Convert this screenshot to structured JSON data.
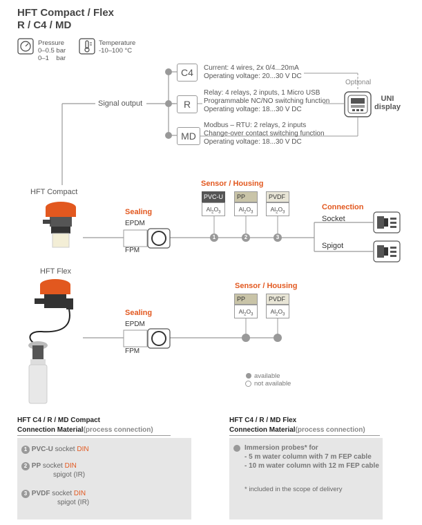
{
  "title": {
    "line1": "HFT Compact / Flex",
    "line2": "R / C4 / MD"
  },
  "specs": {
    "pressure_label": "Pressure",
    "pressure_value1": "0–0.5 bar",
    "pressure_value2": "0–1    bar",
    "temperature_label": "Temperature",
    "temperature_value": "-10–100 °C",
    "pressure_icon": "pressure-gauge-icon",
    "temperature_icon": "thermometer-icon"
  },
  "signal_output_label": "Signal output",
  "outputs": [
    {
      "code": "C4",
      "line1_bold": "Current:",
      "line1": " 4 wires, 2x 0/4...20mA",
      "line2": "Operating voltage: 20...30 V DC",
      "line3": ""
    },
    {
      "code": "R",
      "line1_bold": "Relay:",
      "line1": " 4 relays, 2 inputs, 1 Micro USB",
      "line2": "Programmable NC/NO switching function",
      "line3": "Operating voltage: 18...30 V DC"
    },
    {
      "code": "MD",
      "line1_bold": "Modbus – RTU:",
      "line1": " 2 relays, 2 inputs",
      "line2": "Change-over contact switching function",
      "line3": "Operating voltage: 18...30 V DC"
    }
  ],
  "uni_display": {
    "optional": "Optional",
    "line1": "UNI",
    "line2": "display",
    "icon": "display-unit-icon"
  },
  "compact": {
    "label": "HFT Compact",
    "sensor_housing": "Sensor / Housing",
    "sealing": "Sealing",
    "epdm": "EPDM",
    "fpm": "FPM",
    "materials": [
      {
        "top": "PVC-U",
        "bottom": "Al2O3",
        "num": "1",
        "dark": true
      },
      {
        "top": "PP",
        "bottom": "Al2O3",
        "num": "2",
        "dark": false
      },
      {
        "top": "PVDF",
        "bottom": "Al2O3",
        "num": "3",
        "dark": false
      }
    ],
    "connection": "Connection",
    "socket": "Socket",
    "spigot": "Spigot"
  },
  "flex": {
    "label": "HFT Flex",
    "sensor_housing": "Sensor / Housing",
    "sealing": "Sealing",
    "epdm": "EPDM",
    "fpm": "FPM",
    "materials": [
      {
        "top": "PP",
        "bottom": "Al2O3"
      },
      {
        "top": "PVDF",
        "bottom": "Al2O3"
      }
    ]
  },
  "legend": {
    "available": "available",
    "not_available": "not available"
  },
  "panel_left": {
    "heading1": "HFT C4 / R / MD Compact",
    "heading2a": "Connection Material",
    "heading2b": "(process connection)",
    "items": [
      {
        "num": "1",
        "material": "PVC-U",
        "text": " socket",
        "din": "DIN",
        "extra": ""
      },
      {
        "num": "2",
        "material": "PP",
        "text": " socket",
        "din": "DIN",
        "extra": "spigot (IR)"
      },
      {
        "num": "3",
        "material": "PVDF",
        "text": " socket",
        "din": "DIN",
        "extra": "spigot (IR)"
      }
    ]
  },
  "panel_right": {
    "heading1": "HFT C4 / R / MD Flex",
    "heading2a": "Connection Material",
    "heading2b": "(process connection)",
    "line1": "Immersion probes* for",
    "line2": "- 5 m water column with 7 m FEP cable",
    "line3": "- 10 m water column with 12 m FEP cable",
    "footnote": "* included in the scope of delivery"
  }
}
